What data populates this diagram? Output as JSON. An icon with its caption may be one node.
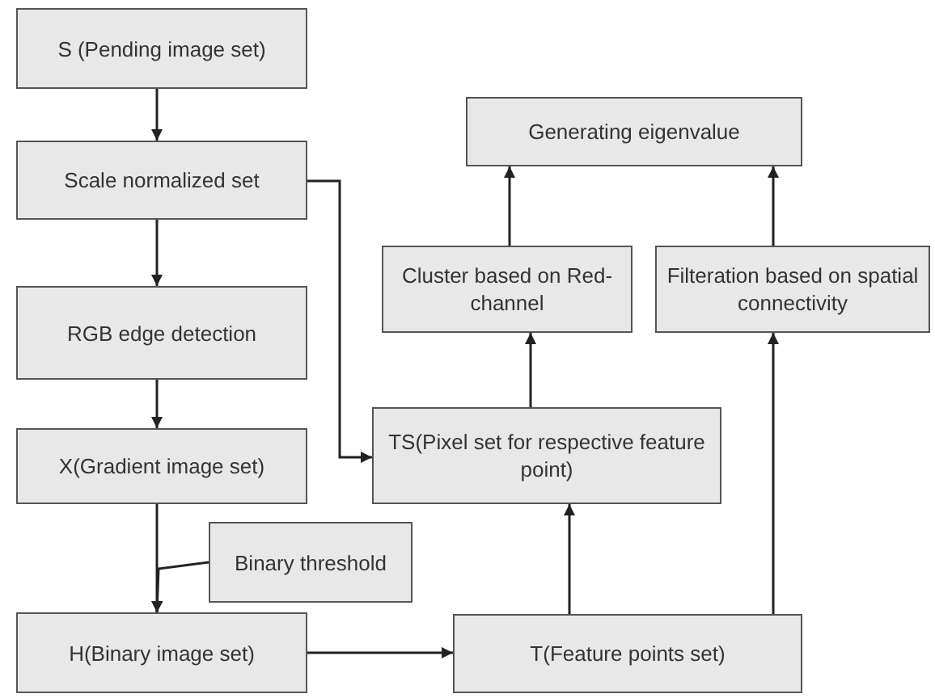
{
  "diagram": {
    "nodes": [
      {
        "text": [
          "S (Pending image set)"
        ]
      },
      {
        "text": [
          "Scale normalized set"
        ]
      },
      {
        "text": [
          "RGB edge detection"
        ]
      },
      {
        "text": [
          "X(Gradient image set)"
        ]
      },
      {
        "text": [
          "Binary threshold"
        ]
      },
      {
        "text": [
          "H(Binary image set)"
        ]
      },
      {
        "text": [
          "Generating eigenvalue"
        ]
      },
      {
        "text": [
          "Cluster based on Red-channel"
        ]
      },
      {
        "text": [
          "Filteration based on spatial connectivity"
        ]
      },
      {
        "text": [
          "TS(Pixel set for respective feature point)"
        ]
      },
      {
        "text": [
          "T(Feature points set)"
        ]
      }
    ],
    "edges": [
      {
        "from": 0,
        "to": 1,
        "arrow": "to"
      },
      {
        "from": 1,
        "to": 2,
        "arrow": "to"
      },
      {
        "from": 2,
        "to": 3,
        "arrow": "to"
      },
      {
        "from": 3,
        "to": 5,
        "arrow": "to"
      },
      {
        "from": 4,
        "to": 5,
        "arrow": "to"
      },
      {
        "from": 1,
        "to": 9,
        "arrow": "to"
      },
      {
        "from": 5,
        "to": 10,
        "arrow": "to"
      },
      {
        "from": 10,
        "to": 9,
        "arrow": "to"
      },
      {
        "from": 10,
        "to": 8,
        "arrow": "to"
      },
      {
        "from": 9,
        "to": 7,
        "arrow": "to"
      },
      {
        "from": 7,
        "to": 6,
        "arrow": "to"
      },
      {
        "from": 8,
        "to": 6,
        "arrow": "to"
      }
    ]
  }
}
